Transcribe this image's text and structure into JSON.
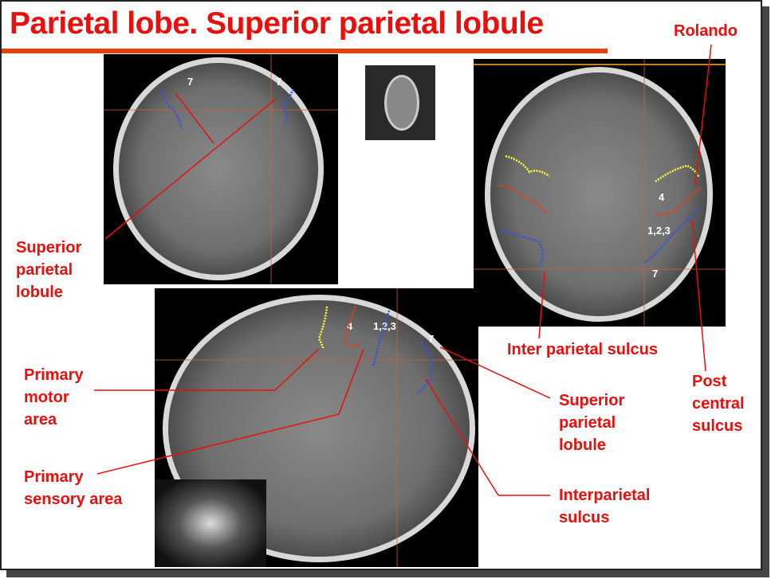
{
  "title": "Parietal lobe. Superior parietal lobule",
  "labels": {
    "rolando": "Rolando",
    "superior_parietal_lobule_left": [
      "Superior",
      "parietal",
      "lobule"
    ],
    "primary_motor_area": [
      "Primary",
      "motor",
      "area"
    ],
    "primary_sensory_area": [
      "Primary",
      "sensory area"
    ],
    "inter_parietal_sulcus": "Inter parietal sulcus",
    "post_central_sulcus": [
      "Post",
      "central",
      "sulcus"
    ],
    "superior_parietal_lobule_right": [
      "Superior",
      "parietal",
      "lobule"
    ],
    "interparietal_sulcus": [
      "Interparietal",
      "sulcus"
    ]
  },
  "area_numbers": {
    "coronal": [
      "7",
      "7"
    ],
    "axial": [
      "4",
      "1,2,3",
      "7"
    ],
    "sagittal": [
      "4",
      "1,2,3",
      "7"
    ]
  },
  "colors": {
    "accent": "#e8100c",
    "motor": "#ffff33",
    "sensory": "#e84010",
    "parietal": "#3355dd"
  }
}
